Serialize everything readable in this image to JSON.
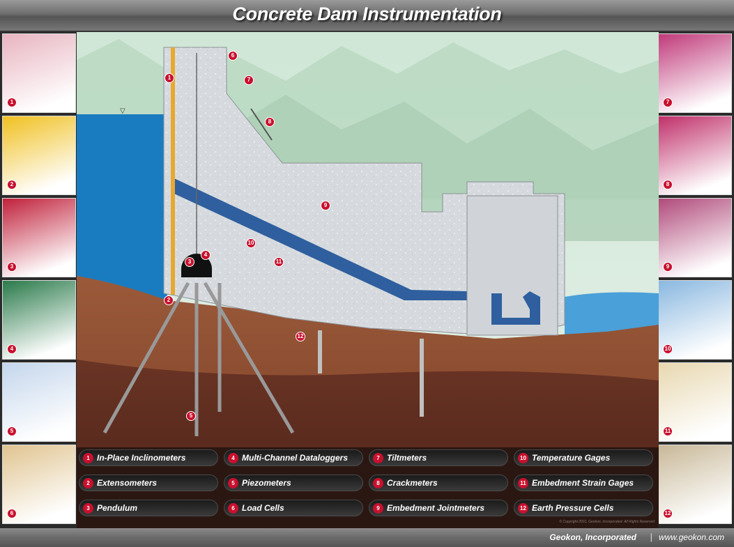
{
  "title": "Concrete Dam Instrumentation",
  "footer": {
    "company": "Geokon, Incorporated",
    "separator": "|",
    "website": "www.geokon.com"
  },
  "copyright": "© Copyright 2001, Geokon, Incorporated. All Rights Reserved",
  "left_panels": [
    {
      "number": "1",
      "bg": "#e8b4c0"
    },
    {
      "number": "2",
      "bg": "#f0c020"
    },
    {
      "number": "3",
      "bg": "#c0203a"
    },
    {
      "number": "4",
      "bg": "#2a7a4a"
    },
    {
      "number": "5",
      "bg": "#c4d6ec"
    },
    {
      "number": "6",
      "bg": "#e0c490"
    }
  ],
  "right_panels": [
    {
      "number": "7",
      "bg": "#c03a7a"
    },
    {
      "number": "8",
      "bg": "#c0306a"
    },
    {
      "number": "9",
      "bg": "#b04a7a"
    },
    {
      "number": "10",
      "bg": "#8ab8e0"
    },
    {
      "number": "11",
      "bg": "#e8d8b0"
    },
    {
      "number": "12",
      "bg": "#c8b898"
    }
  ],
  "legend": [
    {
      "number": "1",
      "label": "In-Place Inclinometers"
    },
    {
      "number": "2",
      "label": "Extensometers"
    },
    {
      "number": "3",
      "label": "Pendulum"
    },
    {
      "number": "4",
      "label": "Multi-Channel Dataloggers"
    },
    {
      "number": "5",
      "label": "Piezometers"
    },
    {
      "number": "6",
      "label": "Load Cells"
    },
    {
      "number": "7",
      "label": "Tiltmeters"
    },
    {
      "number": "8",
      "label": "Crackmeters"
    },
    {
      "number": "9",
      "label": "Embedment Jointmeters"
    },
    {
      "number": "10",
      "label": "Temperature Gages"
    },
    {
      "number": "11",
      "label": "Embedment Strain Gages"
    },
    {
      "number": "12",
      "label": "Earth Pressure Cells"
    }
  ],
  "diagram_markers": [
    {
      "number": "1"
    },
    {
      "number": "2"
    },
    {
      "number": "3"
    },
    {
      "number": "4"
    },
    {
      "number": "5"
    },
    {
      "number": "6"
    },
    {
      "number": "7"
    },
    {
      "number": "8"
    },
    {
      "number": "9"
    },
    {
      "number": "10"
    },
    {
      "number": "11"
    },
    {
      "number": "12"
    }
  ],
  "colors": {
    "accent": "#c8102e",
    "water": "#1a7cc0",
    "concrete": "#d8dce0",
    "soil": "#8a4a30",
    "gallery": "#2f5f9e"
  }
}
